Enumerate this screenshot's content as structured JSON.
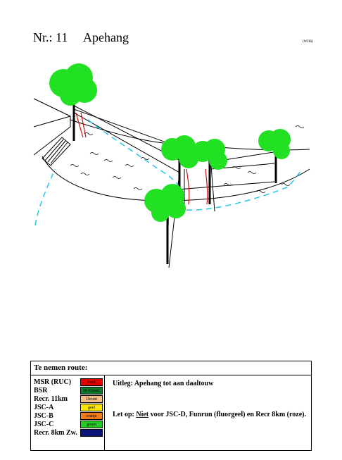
{
  "header": {
    "number_label": "Nr.: 11",
    "title": "Apehang",
    "code": "(WDB)"
  },
  "route_table": {
    "title": "Te nemen route:",
    "routes": [
      {
        "name": "MSR (RUC)",
        "swatch_label": "rood",
        "color": "#e00000"
      },
      {
        "name": "BSR",
        "swatch_label": "D. Groen",
        "color": "#0a7a2a"
      },
      {
        "name": "Recr. 11km",
        "swatch_label": "l.bruin",
        "color": "#f2c087"
      },
      {
        "name": "JSC-A",
        "swatch_label": "geel",
        "color": "#ffe600"
      },
      {
        "name": "JSC-B",
        "swatch_label": "oranje",
        "color": "#f07a18"
      },
      {
        "name": "JSC-C",
        "swatch_label": "groen",
        "color": "#22cc22"
      },
      {
        "name": "Recr. 8km Zw.",
        "swatch_label": "",
        "color": "#0a1478"
      }
    ],
    "uitleg": "Uitleg: Apehang tot aan daaltouw",
    "letop_prefix": "Let op: ",
    "letop_underlined": "Niet",
    "letop_rest": " voor JSC-D, Funrun (fluorgeel) en Recr 8km (roze)."
  },
  "colors": {
    "tree_green": "#22e022",
    "route_cyan": "#22c8e8",
    "rope_red": "#d01010"
  }
}
